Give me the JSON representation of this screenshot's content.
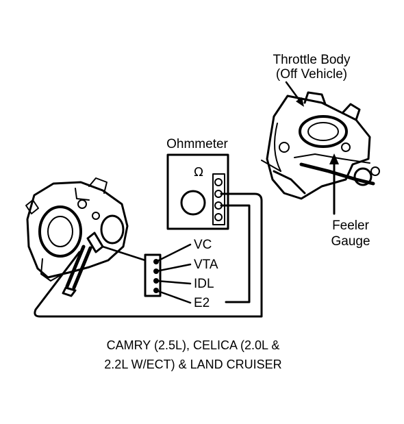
{
  "labels": {
    "throttle_body_line1": "Throttle Body",
    "throttle_body_line2": "(Off Vehicle)",
    "ohmmeter": "Ohmmeter",
    "ohm_symbol": "Ω",
    "feeler_line1": "Feeler",
    "feeler_line2": "Gauge"
  },
  "terminals": [
    "VC",
    "VTA",
    "IDL",
    "E2"
  ],
  "caption": {
    "line1": "CAMRY (2.5L), CELICA (2.0L &",
    "line2": "2.2L W/ECT) & LAND CRUISER"
  },
  "colors": {
    "ink": "#000000",
    "paper": "#ffffff"
  }
}
